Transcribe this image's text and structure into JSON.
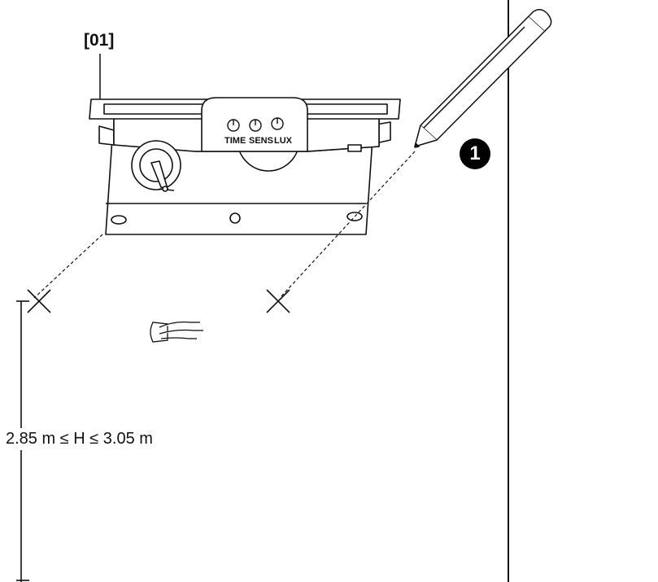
{
  "diagram": {
    "part_label": "[01]",
    "height_label": "2.85 m ≤ H ≤ 3.05 m",
    "step_number": "1",
    "knob_labels": [
      "TIME",
      "SENS",
      "LUX"
    ]
  }
}
